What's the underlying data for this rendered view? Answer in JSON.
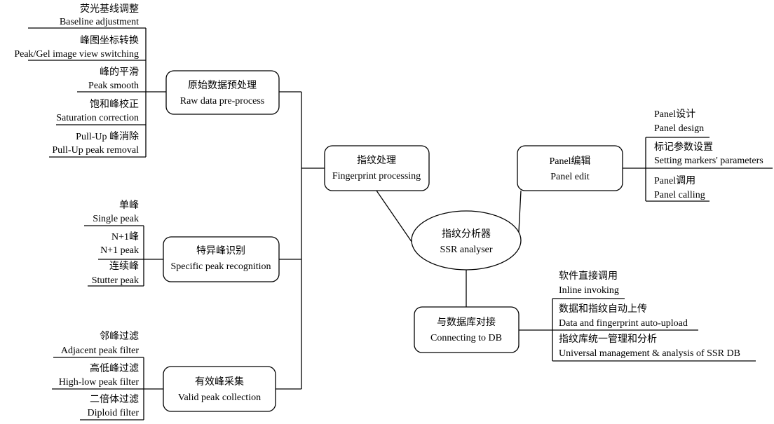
{
  "center": {
    "zh": "指纹分析器",
    "en": "SSR analyser"
  },
  "fingerprint": {
    "zh": "指纹处理",
    "en": "Fingerprint processing"
  },
  "raw": {
    "zh": "原始数据预处理",
    "en": "Raw data pre-process",
    "items": [
      {
        "zh": "荧光基线调整",
        "en": "Baseline adjustment"
      },
      {
        "zh": "峰图坐标转换",
        "en": "Peak/Gel image view switching"
      },
      {
        "zh": "峰的平滑",
        "en": "Peak smooth"
      },
      {
        "zh": "饱和峰校正",
        "en": "Saturation correction"
      },
      {
        "zh": "Pull-Up 峰消除",
        "en": "Pull-Up peak removal"
      }
    ]
  },
  "specific": {
    "zh": "特异峰识别",
    "en": "Specific peak recognition",
    "items": [
      {
        "zh": "单峰",
        "en": "Single peak"
      },
      {
        "zh": "N+1峰",
        "en": "N+1 peak"
      },
      {
        "zh": "连续峰",
        "en": "Stutter peak"
      }
    ]
  },
  "valid": {
    "zh": "有效峰采集",
    "en": "Valid peak collection",
    "items": [
      {
        "zh": "邻峰过滤",
        "en": "Adjacent peak filter"
      },
      {
        "zh": "高低峰过滤",
        "en": "High-low peak filter"
      },
      {
        "zh": "二倍体过滤",
        "en": "Diploid filter"
      }
    ]
  },
  "panel": {
    "zh": "Panel编辑",
    "en": "Panel edit",
    "items": [
      {
        "zh": "Panel设计",
        "en": "Panel design"
      },
      {
        "zh": "标记参数设置",
        "en": "Setting markers' parameters"
      },
      {
        "zh": "Panel调用",
        "en": "Panel calling"
      }
    ]
  },
  "db": {
    "zh": "与数据库对接",
    "en": "Connecting to DB",
    "items": [
      {
        "zh": "软件直接调用",
        "en": "Inline invoking"
      },
      {
        "zh": "数据和指纹自动上传",
        "en": "Data and fingerprint auto-upload"
      },
      {
        "zh": "指纹库统一管理和分析",
        "en": "Universal management & analysis of SSR DB"
      }
    ]
  }
}
